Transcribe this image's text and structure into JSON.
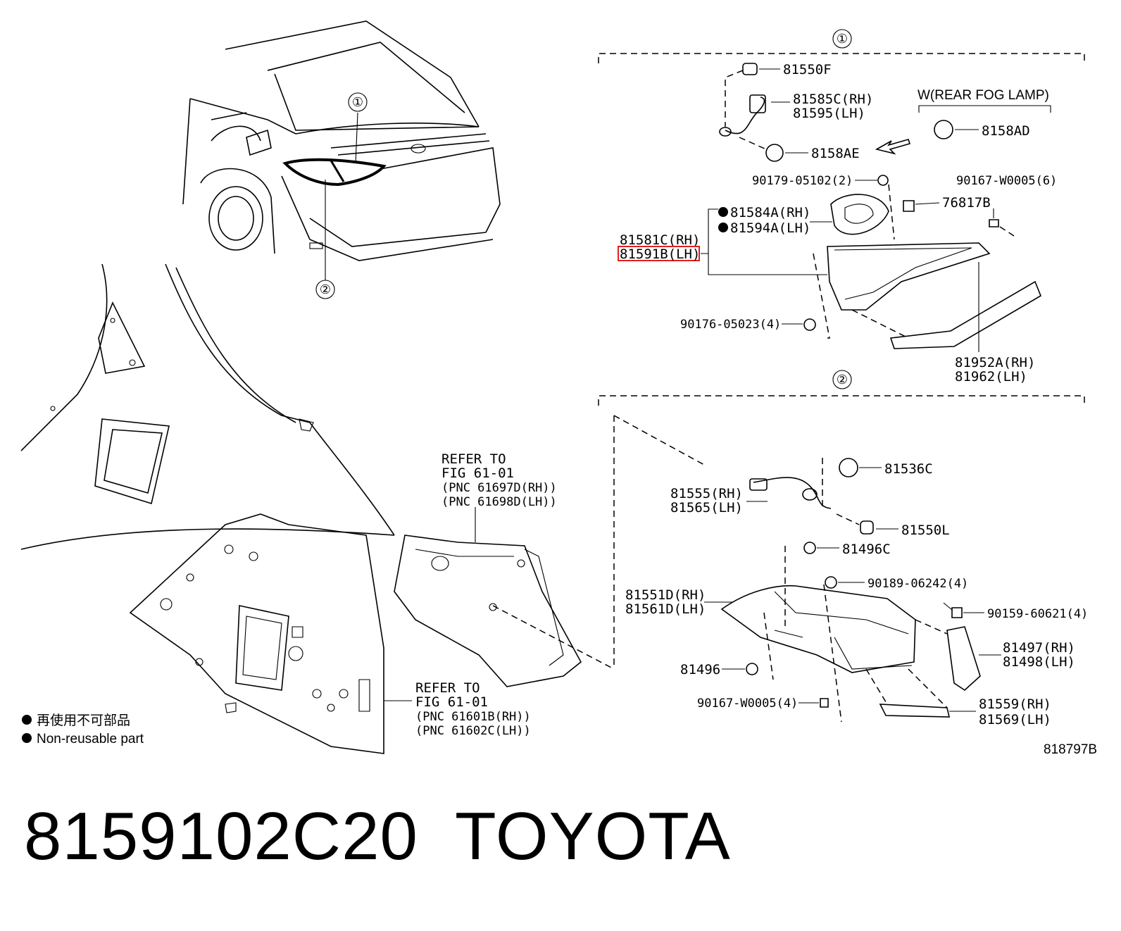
{
  "callouts": [
    "①",
    "②"
  ],
  "group1": {
    "number": "①",
    "rear_fog_lamp_note": "W(REAR FOG LAMP)",
    "labels": {
      "p81550F": "81550F",
      "p81585C": "81585C(RH)",
      "p81595": "81595(LH)",
      "p8158AD": "8158AD",
      "p8158AE": "8158AE",
      "p90179": "90179-05102(2)",
      "p90167a": "90167-W0005(6)",
      "p76817B": "76817B",
      "p81584A": "81584A(RH)",
      "p81594A": "81594A(LH)",
      "p81581C": "81581C(RH)",
      "p81591B": "81591B(LH)",
      "p90176": "90176-05023(4)",
      "p81952A": "81952A(RH)",
      "p81962": "81962(LH)"
    },
    "highlight_color": "#e02020"
  },
  "group2": {
    "number": "②",
    "labels": {
      "p81536C": "81536C",
      "p81555": "81555(RH)",
      "p81565": "81565(LH)",
      "p81550L": "81550L",
      "p81496C": "81496C",
      "p90189": "90189-06242(4)",
      "p81551D": "81551D(RH)",
      "p81561D": "81561D(LH)",
      "p90159": "90159-60621(4)",
      "p81497": "81497(RH)",
      "p81498": "81498(LH)",
      "p81496": "81496",
      "p90167b": "90167-W0005(4)",
      "p81559": "81559(RH)",
      "p81569": "81569(LH)"
    }
  },
  "refer_upper": {
    "line1": "REFER TO",
    "line2": "FIG 61-01",
    "line3": "(PNC 61697D(RH))",
    "line4": "(PNC 61698D(LH))"
  },
  "refer_lower": {
    "line1": "REFER TO",
    "line2": "FIG 61-01",
    "line3": "(PNC 61601B(RH))",
    "line4": "(PNC 61602C(LH))"
  },
  "legend": {
    "bullet": "●",
    "cn": "再使用不可部品",
    "en": "Non-reusable part"
  },
  "illustration_code": "818797B",
  "footer": {
    "part_number": "8159102C20",
    "brand": "TOYOTA"
  }
}
